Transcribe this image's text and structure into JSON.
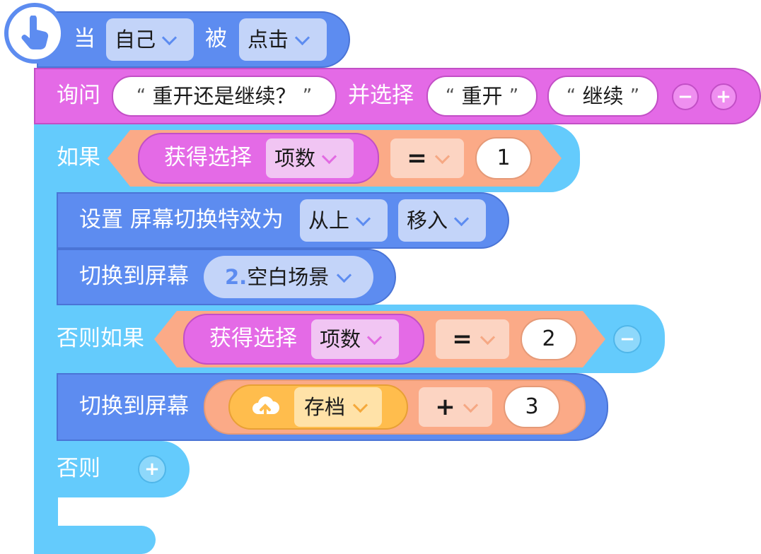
{
  "event_block": {
    "when_label": "当",
    "sprite_value": "自己",
    "by_label": "被",
    "action_value": "点击",
    "icon": "pointing-hand-icon"
  },
  "ask_block": {
    "label": "询问",
    "question": "重开还是继续？",
    "choose_label": "并选择",
    "options": [
      "重开",
      "继续"
    ],
    "minus": "−",
    "plus": "+"
  },
  "if_block": {
    "if_label": "如果",
    "elseif_label": "否则如果",
    "else_label": "否则",
    "minus": "−",
    "plus": "+"
  },
  "condition1": {
    "reporter_label": "获得选择",
    "field_value": "项数",
    "operator": "=",
    "value": "1"
  },
  "condition2": {
    "reporter_label": "获得选择",
    "field_value": "项数",
    "operator": "=",
    "value": "2"
  },
  "effect_block": {
    "label": "设置 屏幕切换特效为",
    "direction": "从上",
    "mode": "移入"
  },
  "switch1": {
    "label": "切换到屏幕",
    "scene_index": "2.",
    "scene_name": "空白场景"
  },
  "switch2": {
    "label": "切换到屏幕",
    "storage_icon": "cloud-upload-icon",
    "storage_value": "存档",
    "operator": "+",
    "value": "3"
  }
}
